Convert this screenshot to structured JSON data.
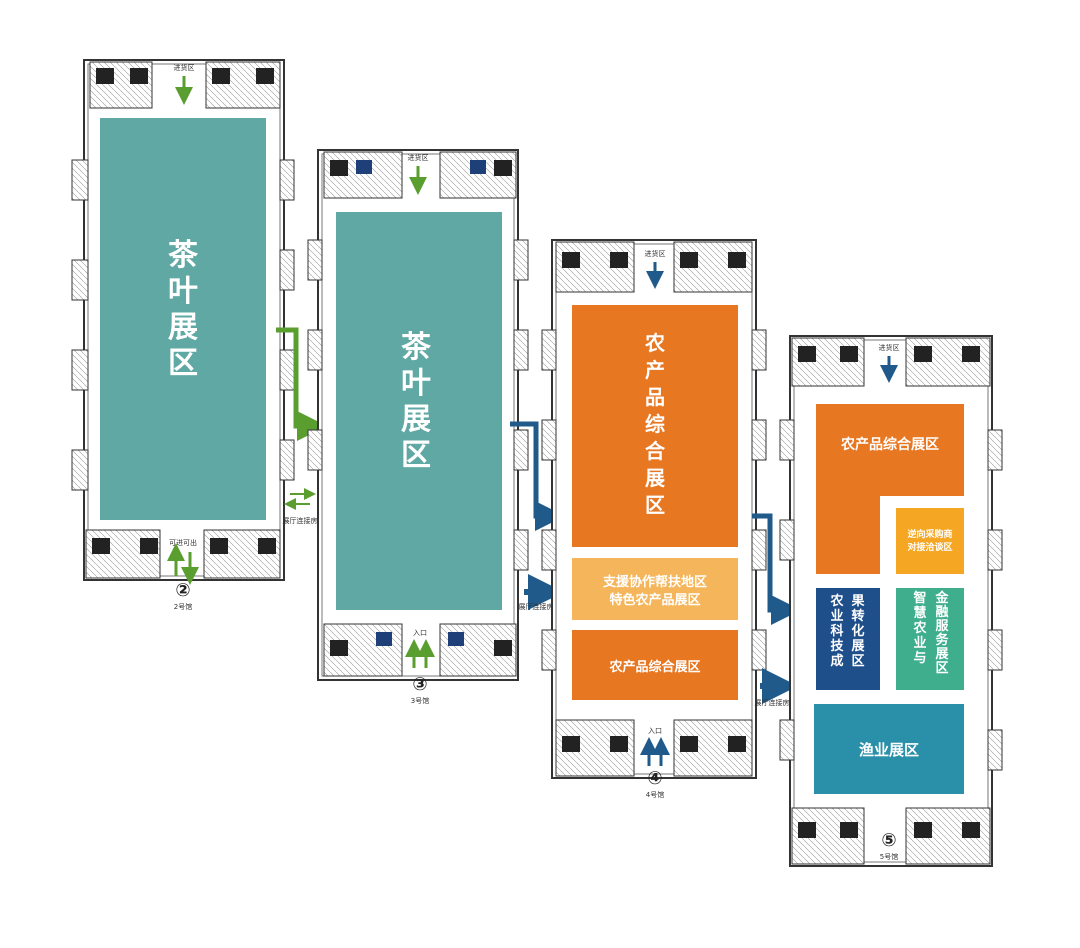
{
  "halls": [
    {
      "id": "2",
      "number": "②",
      "name": "2号馆",
      "loading_label": "进货区",
      "entry_label": "可进可出",
      "zones": [
        {
          "label": "茶叶展区",
          "color": "#5fa8a3"
        }
      ]
    },
    {
      "id": "3",
      "number": "③",
      "name": "3号馆",
      "loading_label": "进货区",
      "entry_label": "入口",
      "connector_label": "展厅连接房",
      "zones": [
        {
          "label": "茶叶展区",
          "color": "#5fa8a3"
        }
      ]
    },
    {
      "id": "4",
      "number": "④",
      "name": "4号馆",
      "loading_label": "进货区",
      "entry_label": "入口",
      "connector_label": "展厅连接房",
      "zones": [
        {
          "label": "农产品综合展区",
          "color": "#e87722"
        },
        {
          "label_line1": "支援协作帮扶地区",
          "label_line2": "特色农产品展区",
          "color": "#f5b55a"
        },
        {
          "label": "农产品综合展区",
          "color": "#e87722"
        }
      ]
    },
    {
      "id": "5",
      "number": "⑤",
      "name": "5号馆",
      "loading_label": "进货区",
      "connector_label": "展厅连接房",
      "zones": [
        {
          "label": "农产品综合展区",
          "color": "#e87722"
        },
        {
          "label_line1": "逆向采购商",
          "label_line2": "对接洽谈区",
          "color": "#f5a623"
        },
        {
          "label_col1": "农业科技成",
          "label_col2": "果转化展区",
          "color": "#1f4f8a"
        },
        {
          "label_col1": "智慧农业与",
          "label_col2": "金融服务展区",
          "color": "#3fae8c"
        },
        {
          "label": "渔业展区",
          "color": "#2a8fa8"
        }
      ]
    }
  ],
  "colors": {
    "green_arrow": "#5a9e2f",
    "blue_arrow": "#1f5a8a",
    "wall": "#333333"
  }
}
